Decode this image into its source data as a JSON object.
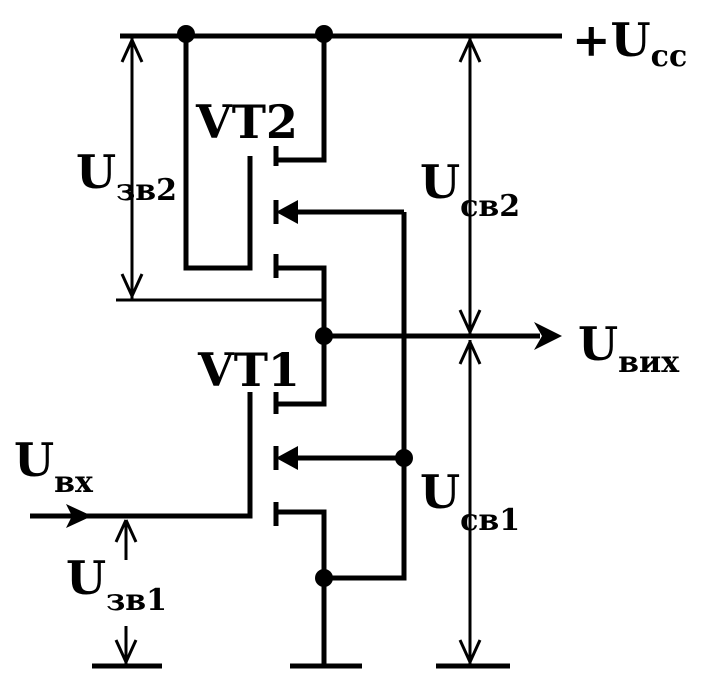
{
  "labels": {
    "supply": {
      "main": "+U",
      "sub": "cc"
    },
    "vt2": "VT2",
    "vt1": "VT1",
    "u_zv2": {
      "main": "U",
      "sub": "зв2"
    },
    "u_sv2": {
      "main": "U",
      "sub": "св2"
    },
    "u_vyh": {
      "main": "U",
      "sub": "вих"
    },
    "u_vh": {
      "main": "U",
      "sub": "вх"
    },
    "u_sv1": {
      "main": "U",
      "sub": "св1"
    },
    "u_zv1": {
      "main": "U",
      "sub": "зв1"
    }
  },
  "colors": {
    "stroke": "#000000",
    "background": "#ffffff"
  }
}
